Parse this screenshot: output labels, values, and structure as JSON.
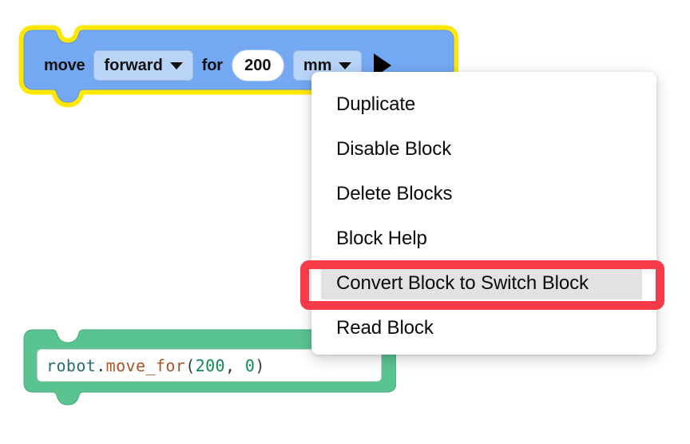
{
  "canvas": {
    "background": "#ffffff"
  },
  "block": {
    "type": "motion-block",
    "selected": true,
    "selection_outline_color": "#ffe800",
    "fill_color": "#74a8f2",
    "field_fill_color": "#b9d4f7",
    "label_move": "move",
    "direction_dropdown": {
      "value": "forward",
      "icon": "chevron-down-icon"
    },
    "label_for": "for",
    "distance_value": "200",
    "units_dropdown": {
      "value": "mm",
      "icon": "chevron-down-icon"
    },
    "run_icon": "play-triangle-icon"
  },
  "code_block": {
    "fill_color": "#5ac490",
    "code_full": "robot.move_for(200, 0)",
    "tokens": {
      "object": "robot",
      "dot": ".",
      "function": "move_for",
      "open_paren": "(",
      "arg1": "200",
      "comma": ", ",
      "arg2": "0",
      "close_paren": ")"
    },
    "colors": {
      "object": "#2b6b73",
      "function": "#a9542a",
      "number": "#0f8a55",
      "punctuation": "#2b3b40"
    }
  },
  "context_menu": {
    "visible": true,
    "background": "#ffffff",
    "items": [
      {
        "label": "Duplicate",
        "highlighted": false
      },
      {
        "label": "Disable Block",
        "highlighted": false
      },
      {
        "label": "Delete Blocks",
        "highlighted": false
      },
      {
        "label": "Block Help",
        "highlighted": false
      },
      {
        "label": "Convert Block to Switch Block",
        "highlighted": true
      },
      {
        "label": "Read Block",
        "highlighted": false
      }
    ]
  },
  "annotation": {
    "type": "highlight-rectangle",
    "color": "#f73a48",
    "target_label": "Convert Block to Switch Block"
  }
}
